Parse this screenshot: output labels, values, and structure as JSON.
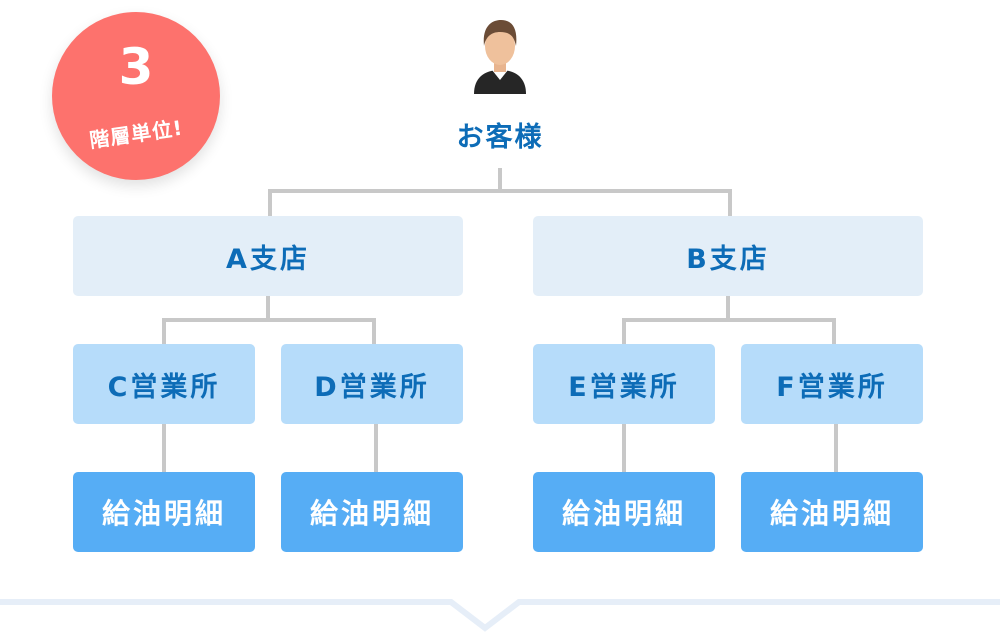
{
  "badge": {
    "number": "3",
    "text": "階層単位!",
    "color": "#fd726d"
  },
  "root": {
    "label": "お客様",
    "icon": "person-icon"
  },
  "branches": [
    {
      "label": "A支店",
      "offices": [
        {
          "label": "C営業所",
          "detail": "給油明細"
        },
        {
          "label": "D営業所",
          "detail": "給油明細"
        }
      ]
    },
    {
      "label": "B支店",
      "offices": [
        {
          "label": "E営業所",
          "detail": "給油明細"
        },
        {
          "label": "F営業所",
          "detail": "給油明細"
        }
      ]
    }
  ],
  "colors": {
    "title_text": "#0d6cb7",
    "branch_bg": "#e3eef8",
    "office_bg": "#b6dcfa",
    "detail_bg": "#56adf5",
    "connector": "#c8c8c8"
  }
}
